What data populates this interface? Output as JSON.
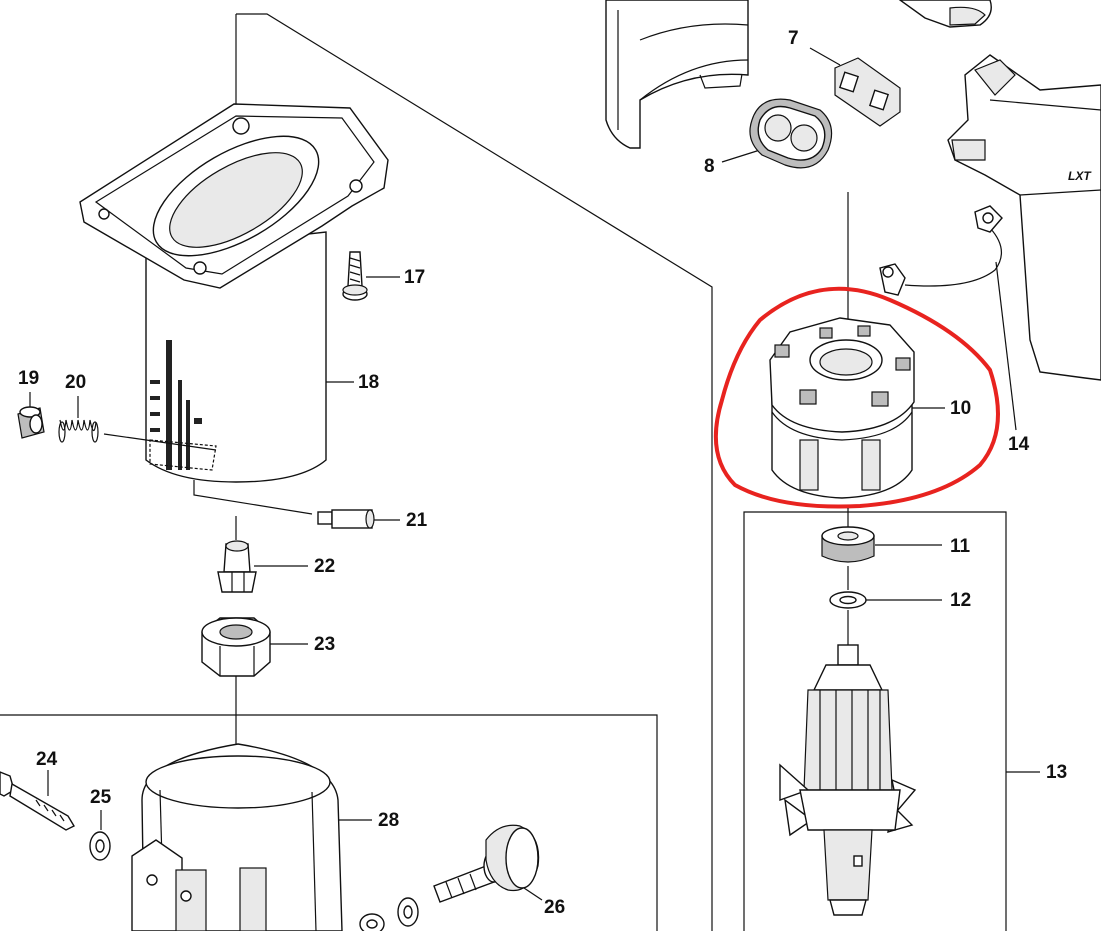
{
  "diagram": {
    "highlight_color": "#e8231f",
    "callouts": [
      {
        "id": "p7",
        "text": "7"
      },
      {
        "id": "p8",
        "text": "8"
      },
      {
        "id": "p10",
        "text": "10"
      },
      {
        "id": "p11",
        "text": "11"
      },
      {
        "id": "p12",
        "text": "12"
      },
      {
        "id": "p13",
        "text": "13"
      },
      {
        "id": "p14",
        "text": "14"
      },
      {
        "id": "p17",
        "text": "17"
      },
      {
        "id": "p18",
        "text": "18"
      },
      {
        "id": "p19",
        "text": "19"
      },
      {
        "id": "p20",
        "text": "20"
      },
      {
        "id": "p21",
        "text": "21"
      },
      {
        "id": "p22",
        "text": "22"
      },
      {
        "id": "p23",
        "text": "23"
      },
      {
        "id": "p24",
        "text": "24"
      },
      {
        "id": "p25",
        "text": "25"
      },
      {
        "id": "p26",
        "text": "26"
      },
      {
        "id": "p28",
        "text": "28"
      }
    ]
  }
}
